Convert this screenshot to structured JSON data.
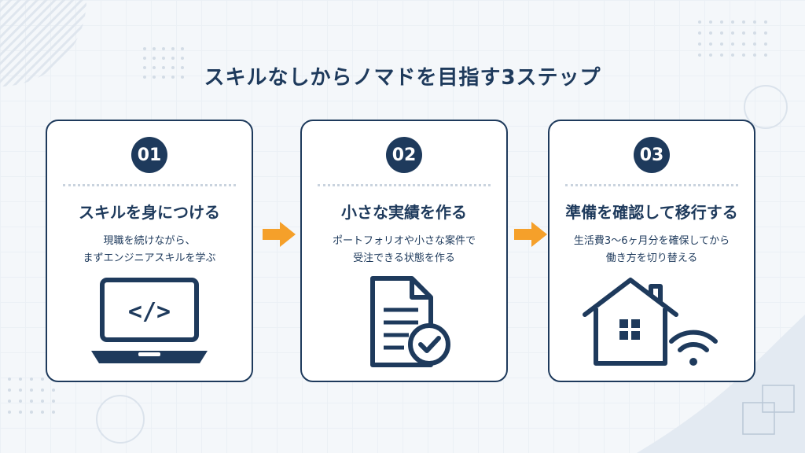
{
  "title": "スキルなしからノマドを目指す3ステップ",
  "colors": {
    "navy": "#1e3a5c",
    "orange": "#f5a02a",
    "background": "#f4f7fa",
    "divider": "#c9d3de"
  },
  "steps": [
    {
      "number": "01",
      "title": "スキルを身につける",
      "desc": [
        "現職を続けながら、",
        "まずエンジニアスキルを学ぶ"
      ],
      "icon": "laptop-code-icon",
      "icon_text": "</>"
    },
    {
      "number": "02",
      "title": "小さな実績を作る",
      "desc": [
        "ポートフォリオや小さな案件で",
        "受注できる状態を作る"
      ],
      "icon": "document-check-icon"
    },
    {
      "number": "03",
      "title": "準備を確認して移行する",
      "desc": [
        "生活費3〜6ヶ月分を確保してから",
        "働き方を切り替える"
      ],
      "icon": "house-wifi-icon"
    }
  ],
  "arrows": [
    "arrow-right-icon",
    "arrow-right-icon"
  ]
}
